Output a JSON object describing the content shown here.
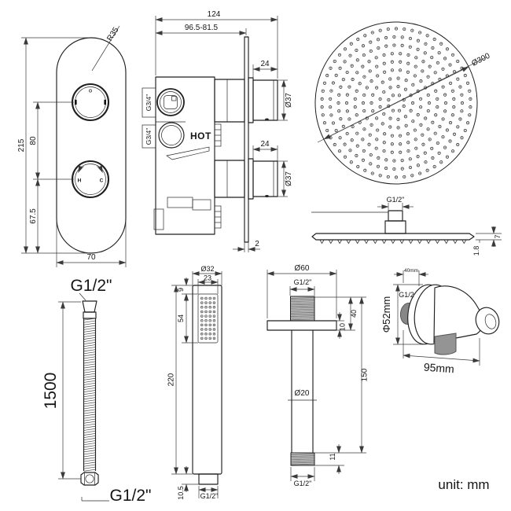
{
  "unit_note": "unit: mm",
  "colors": {
    "line": "#1f1f1f",
    "dim": "#3a3a3a",
    "thread_fill": "#c9c9c9",
    "outlet_gray": "#949494",
    "outlet_dark_gray": "#878787",
    "background": "#ffffff"
  },
  "valve_front": {
    "radius_label": "R35",
    "height": "215",
    "knob_spacing": "80",
    "lower_offset": "67.5",
    "width": "70",
    "hot_mark": "H",
    "cold_mark": "C"
  },
  "valve_side": {
    "total_depth": "124",
    "recess_depth": "96.5-81.5",
    "inlet_top": "G3/4\"",
    "inlet_bottom": "G3/4\"",
    "hot_label": "HOT",
    "knob_top_depth": "24",
    "knob_top_dia": "Ø37",
    "knob_bottom_depth": "24",
    "knob_bottom_dia": "Ø37",
    "plate_thickness": "2"
  },
  "overhead_front": {
    "diameter": "Ø300"
  },
  "overhead_side": {
    "thread": "G1/2\"",
    "tip_thickness": "1.8",
    "body_thickness": "7"
  },
  "hose": {
    "top_thread": "G1/2\"",
    "length": "1500",
    "bottom_thread": "G1/2\""
  },
  "handshower": {
    "diameter": "Ø32",
    "face_width": "23",
    "face_offset": "9",
    "face_length": "54",
    "length": "220",
    "connector_height": "10.5",
    "thread": "G1/2\""
  },
  "arm": {
    "flange_dia": "Ø60",
    "top_thread": "G1/2\"",
    "thread_length": "40",
    "flange_thickness": "10",
    "tube_dia": "Ø20",
    "length": "150",
    "bottom_thread_length": "11",
    "bottom_thread": "G1/2\""
  },
  "outlet": {
    "depth": "40mm",
    "thread": "G1/2",
    "diameter": "Φ52mm",
    "width": "95mm"
  }
}
